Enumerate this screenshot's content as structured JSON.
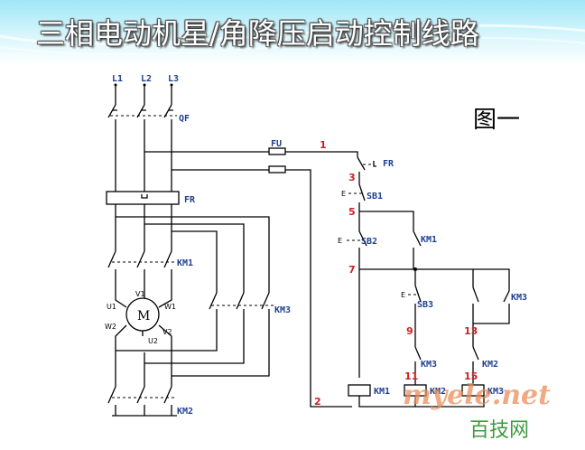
{
  "title": "三相电动机星/角降压启动控制线路",
  "figure_label": "图一",
  "watermark": {
    "site": "myele.net",
    "brand": "百技网"
  },
  "power_labels": {
    "l1": "L1",
    "l2": "L2",
    "l3": "L3",
    "qf": "QF",
    "fr_main": "FR",
    "km1_main": "KM1",
    "km3_main": "KM3",
    "km2_main": "KM2",
    "motor": "M"
  },
  "motor_terminals": {
    "u1": "U1",
    "v1": "V1",
    "w1": "W1",
    "w2": "W2",
    "u2": "U2",
    "v2": "V2"
  },
  "control_labels": {
    "fu": "FU",
    "fr": "FR",
    "sb1": "SB1",
    "sb2": "SB2",
    "sb3": "SB3",
    "km1_aux": "KM1",
    "km3_aux": "KM3",
    "km3_nc": "KM3",
    "km2_nc": "KM2",
    "km1_coil": "KM1",
    "km2_coil": "KM2",
    "km3_coil": "KM3",
    "e1": "E",
    "e2": "E",
    "e3": "E"
  },
  "wire_numbers": {
    "n1": "1",
    "n2": "2",
    "n3": "3",
    "n5": "5",
    "n7": "7",
    "n9": "9",
    "n13": "13",
    "n11": "11",
    "n15": "15"
  }
}
